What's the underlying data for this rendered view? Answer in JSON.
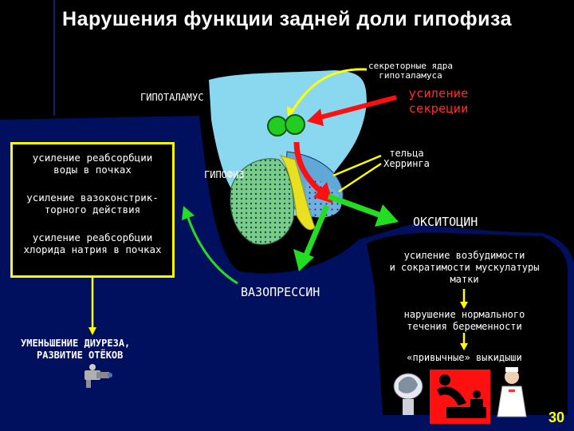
{
  "title": "Нарушения функции задней доли гипофиза",
  "labels": {
    "secretory_nuclei": [
      "секреторные ядра",
      "гипоталамуса"
    ],
    "hypothalamus": "ГИПОТАЛАМУС",
    "increased_secretion": [
      "усиление",
      "секреции"
    ],
    "herring_bodies": [
      "тельца",
      "Херринга"
    ],
    "pituitary": "ГИПОФИЗ",
    "oxytocin": "ОКСИТОЦИН",
    "vasopressin": "ВАЗОПРЕССИН"
  },
  "effects_box": {
    "items": [
      [
        "усиление реабсорбции",
        "воды в почках"
      ],
      [
        "усиление вазоконстрик-",
        "торного действия"
      ],
      [
        "усиление реабсорбции",
        "хлорида натрия в почках"
      ]
    ]
  },
  "left_result": [
    "УМЕНЬШЕНИЕ ДИУРЕЗА,",
    "РАЗВИТИЕ ОТЁКОВ"
  ],
  "right_chain": {
    "step1": [
      "усиление возбудимости",
      "и сократимости мускулатуры",
      "матки"
    ],
    "step2": [
      "нарушение нормального",
      "течения беременности"
    ],
    "step3": "«привычные» выкидыши"
  },
  "slide_number": "30",
  "colors": {
    "background": "#000000",
    "blue_area": "#00105e",
    "hypothalamus": "#8ad8f0",
    "nuclei": "#22cc22",
    "arrow_red": "#ff0000",
    "arrow_green": "#22dd22",
    "box_border": "#ffff00",
    "pointer_yellow": "#ffff00"
  },
  "icons": [
    "water-tap-icon",
    "ultrasound-icon",
    "pregnancy-loss-icon",
    "nurse-icon"
  ]
}
